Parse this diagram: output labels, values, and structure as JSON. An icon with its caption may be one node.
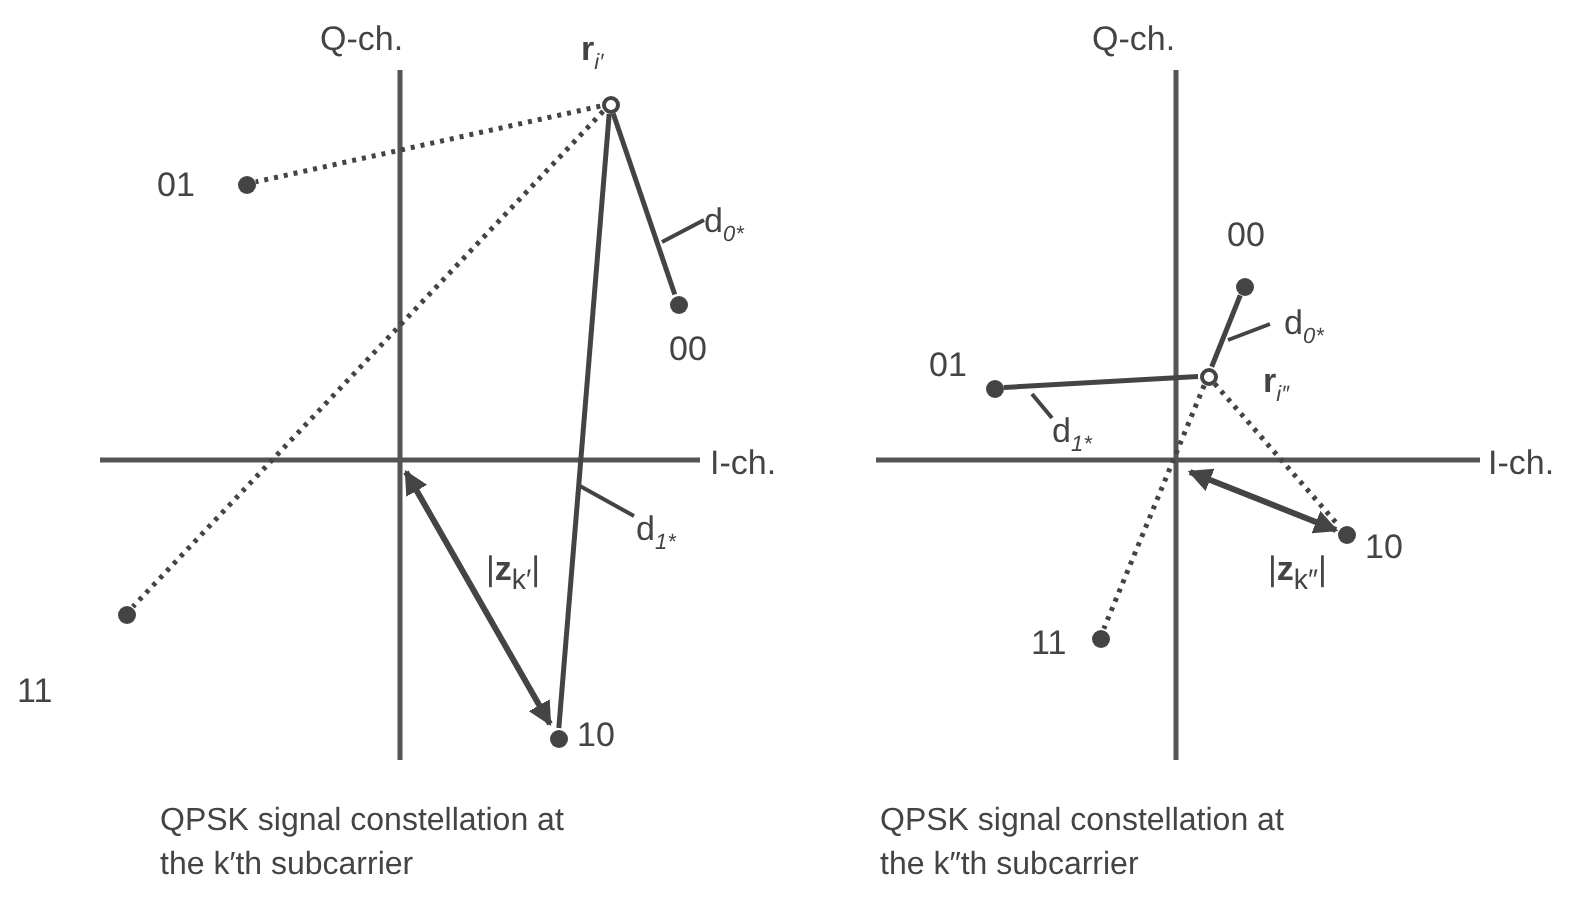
{
  "diagram": {
    "nodes": [
      {
        "text": [
          "**r**$_{i′}$"
        ]
      },
      {
        "text": [
          "01"
        ]
      },
      {
        "text": [
          "00"
        ]
      },
      {
        "text": [
          "10"
        ]
      },
      {
        "text": [
          "11"
        ]
      },
      {
        "text": [
          "d$_{0*}$"
        ]
      },
      {
        "text": [
          "d$_{1*}$"
        ]
      },
      {
        "text": [
          "**r**$_{i″}$"
        ]
      },
      {
        "text": [
          "00"
        ]
      },
      {
        "text": [
          "01"
        ]
      },
      {
        "text": [
          "10"
        ]
      },
      {
        "text": [
          "11"
        ]
      },
      {
        "text": [
          "d$_{0*}$"
        ]
      },
      {
        "text": [
          "d$_{1*}$"
        ]
      }
    ],
    "edges": [
      {
        "from": 0,
        "to": 1,
        "arrow": "none",
        "style": "dashed"
      },
      {
        "from": 0,
        "to": 4,
        "arrow": "none",
        "style": "dashed"
      },
      {
        "from": 0,
        "to": 2,
        "arrow": "none"
      },
      {
        "from": 0,
        "to": 3,
        "arrow": "none"
      },
      {
        "from": 5,
        "to": null,
        "arrow": "none"
      },
      {
        "from": 6,
        "to": null,
        "arrow": "none"
      },
      {
        "from": 7,
        "to": 8,
        "arrow": "none"
      },
      {
        "from": 7,
        "to": 9,
        "arrow": "none"
      },
      {
        "from": 7,
        "to": 10,
        "arrow": "none",
        "style": "dashed"
      },
      {
        "from": 7,
        "to": 11,
        "arrow": "none",
        "style": "dashed"
      },
      {
        "from": 12,
        "to": null,
        "arrow": "none"
      },
      {
        "from": 13,
        "to": null,
        "arrow": "none"
      }
    ],
    "labels": [
      "Q-ch.",
      "I-ch.",
      "|**z**$_{k′}$|",
      "QPSK signal constellation at the k′th subcarrier",
      "Q-ch.",
      "I-ch.",
      "|**z**$_{k″}$|",
      "QPSK signal constellation at the k″th subcarrier"
    ]
  }
}
